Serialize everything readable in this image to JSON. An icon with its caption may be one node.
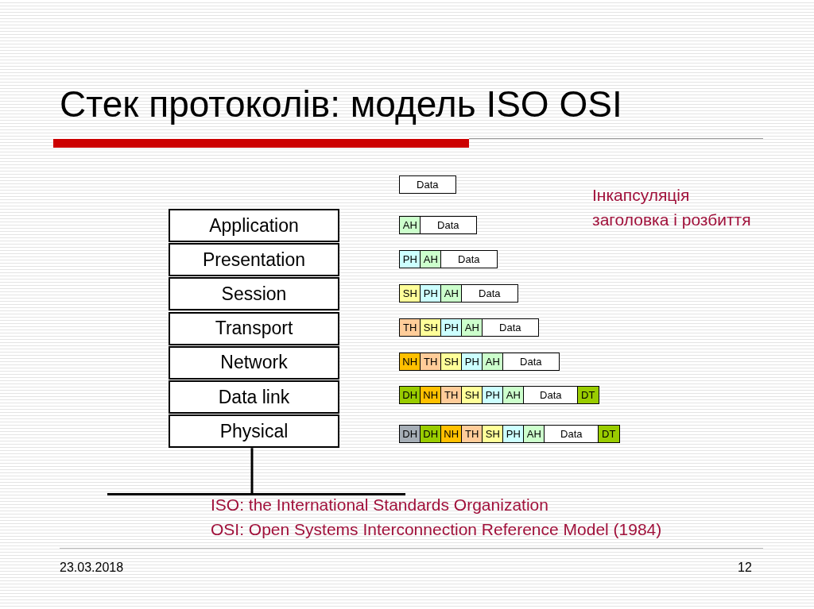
{
  "diagram": {
    "title": "Стек протоколів: модель ISO OSI",
    "nodes": [
      {
        "text": [
          "Application"
        ]
      },
      {
        "text": [
          "Presentation"
        ]
      },
      {
        "text": [
          "Session"
        ]
      },
      {
        "text": [
          "Transport"
        ]
      },
      {
        "text": [
          "Network"
        ]
      },
      {
        "text": [
          "Data link"
        ]
      },
      {
        "text": [
          "Physical"
        ]
      },
      {
        "text": [],
        "shape": "bar"
      },
      {
        "text": [
          "Data"
        ]
      },
      {
        "text": [
          "AH"
        ]
      },
      {
        "text": [
          "Data"
        ]
      },
      {
        "text": [
          "PH"
        ]
      },
      {
        "text": [
          "AH"
        ]
      },
      {
        "text": [
          "Data"
        ]
      },
      {
        "text": [
          "SH"
        ]
      },
      {
        "text": [
          "PH"
        ]
      },
      {
        "text": [
          "AH"
        ]
      },
      {
        "text": [
          "Data"
        ]
      },
      {
        "text": [
          "TH"
        ]
      },
      {
        "text": [
          "SH"
        ]
      },
      {
        "text": [
          "PH"
        ]
      },
      {
        "text": [
          "AH"
        ]
      },
      {
        "text": [
          "Data"
        ]
      },
      {
        "text": [
          "NH"
        ]
      },
      {
        "text": [
          "TH"
        ]
      },
      {
        "text": [
          "SH"
        ]
      },
      {
        "text": [
          "PH"
        ]
      },
      {
        "text": [
          "AH"
        ]
      },
      {
        "text": [
          "Data"
        ]
      },
      {
        "text": [
          "DH"
        ]
      },
      {
        "text": [
          "NH"
        ]
      },
      {
        "text": [
          "TH"
        ]
      },
      {
        "text": [
          "SH"
        ]
      },
      {
        "text": [
          "PH"
        ]
      },
      {
        "text": [
          "AH"
        ]
      },
      {
        "text": [
          "Data"
        ]
      },
      {
        "text": [
          "DT"
        ]
      },
      {
        "text": [
          "DH"
        ]
      },
      {
        "text": [
          "DH"
        ]
      },
      {
        "text": [
          "NH"
        ]
      },
      {
        "text": [
          "TH"
        ]
      },
      {
        "text": [
          "SH"
        ]
      },
      {
        "text": [
          "PH"
        ]
      },
      {
        "text": [
          "AH"
        ]
      },
      {
        "text": [
          "Data"
        ]
      },
      {
        "text": [
          "DT"
        ]
      }
    ],
    "edges": [
      {
        "from": 6,
        "to": 7,
        "arrow": "none"
      }
    ],
    "labels": [
      "Інкапсуляція заголовка і розбиття",
      "ISO: the International Standards Organization",
      "OSI: Open Systems Interconnection Reference Model (1984)",
      "23.03.2018",
      "12"
    ]
  }
}
